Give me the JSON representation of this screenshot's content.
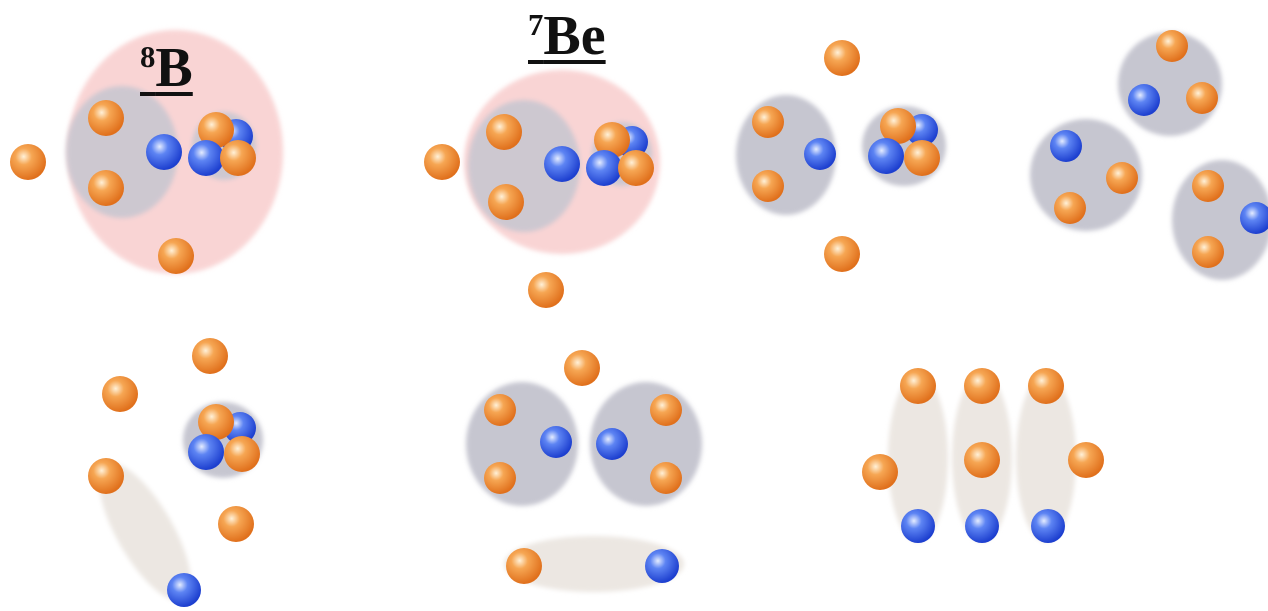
{
  "labels": {
    "b8": {
      "mass": "8",
      "symbol": "B"
    },
    "be7": {
      "mass": "7",
      "symbol": "Be"
    }
  },
  "colors": {
    "proton": "#f28a2a",
    "neutron": "#2f5de8",
    "cluster_gray": "#c9c9d2",
    "cluster_beige": "#ece7e2",
    "halo_pink": "#f9d4d4",
    "label": "#111111"
  }
}
